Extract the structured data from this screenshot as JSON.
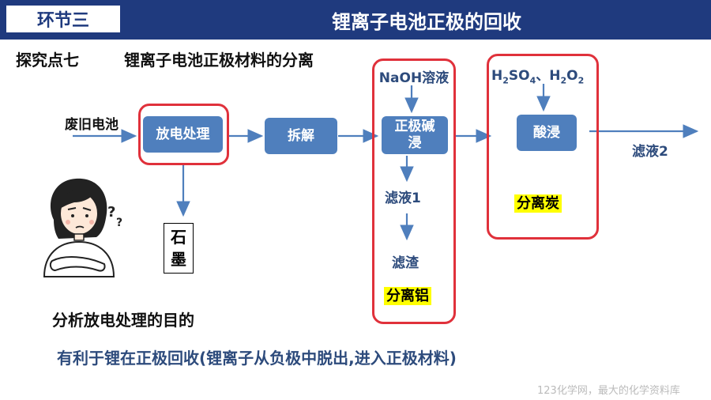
{
  "header": {
    "section_tag": "环节三",
    "title": "锂离子电池正极的回收"
  },
  "subtitle": {
    "point": "探究点七",
    "topic": "锂离子电池正极材料的分离"
  },
  "flow": {
    "input_label": "废旧电池",
    "step1": "放电处理",
    "step2": "拆解",
    "step3": "正极碱浸",
    "step4": "酸浸",
    "reagent_naoh": "NaOH溶液",
    "reagent_acid": {
      "h": "H",
      "sub2": "2",
      "so": "SO",
      "sub4": "4",
      "sep": "、",
      "h2": "H",
      "sub2b": "2",
      "o": "O",
      "sub2c": "2"
    },
    "filtrate1": "滤液1",
    "residue": "滤渣",
    "filtrate2": "滤液2",
    "graphite": [
      "石",
      "墨"
    ]
  },
  "highlights": {
    "separate_al": "分离铝",
    "separate_c": "分离炭"
  },
  "question": "分析放电处理的目的",
  "conclusion": "有利于锂在正极回收(锂离子从负极中脱出,进入正极材料)",
  "watermark": "123化学网，最大的化学资料库",
  "colors": {
    "header_bg": "#1f3a7e",
    "step_box": "#4f7fbd",
    "arrow": "#4f7fbd",
    "red_frame": "#e0313b",
    "highlight": "#ffff00",
    "text_blue": "#2d4b7c"
  }
}
